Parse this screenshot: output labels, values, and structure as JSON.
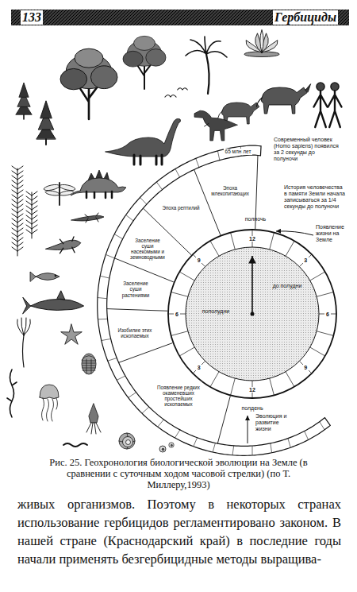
{
  "diagram": {
    "caption": "Рис. 25. Геохронология биологической эволюции на Земле (в сравнении с суточным ходом часовой стрелки) (по Т. Миллеру,1993)",
    "nodes": [
      {
        "text": [
          "Эпоха млекопитающих"
        ]
      },
      {
        "text": [
          "Эпоха рептилий"
        ]
      },
      {
        "text": [
          "Заселение суши насекомыми и земноводными"
        ]
      },
      {
        "text": [
          "Заселение суши растениями"
        ]
      },
      {
        "text": [
          "Изобилие этих ископаемых"
        ]
      },
      {
        "text": [
          "Появление редких окаменевших простейших ископаемых"
        ]
      }
    ],
    "labels": [
      "133",
      "Гербициды",
      "Современный человек (Homo sapiens) появился за 2 секунды до полуночи",
      "История человечества в памяти Земли начала записываться за 1/4 секунды до полуночи",
      "65 млн лет",
      "полночь",
      "Появление жизни на Земле",
      "до полудни",
      "пополудни",
      "полдень",
      "Эволюция и развитие жизни",
      "12",
      "3",
      "6",
      "9",
      "12",
      "3",
      "6",
      "9",
      "живых организмов. Поэтому в некоторых странах использование гербицидов регламентировано законом. В нашей стране (Краснодарский край) в последние годы начали применять безгербицидные методы выращива-"
    ]
  }
}
